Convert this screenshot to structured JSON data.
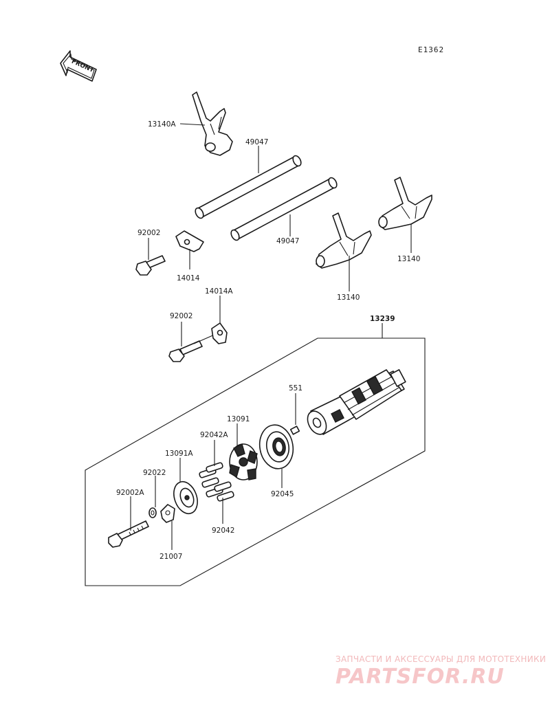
{
  "diagram_code": "E1362",
  "front_arrow_text": "FRONT",
  "labels": {
    "p13140A": "13140A",
    "p49047_top": "49047",
    "p49047_bottom": "49047",
    "p13140_right": "13140",
    "p13140_mid": "13140",
    "p92002_top": "92002",
    "p14014": "14014",
    "p14014A": "14014A",
    "p92002_mid": "92002",
    "p13239": "13239",
    "p551": "551",
    "p13091": "13091",
    "p92042A": "92042A",
    "p13091A": "13091A",
    "p92022": "92022",
    "p92002A": "92002A",
    "p92045": "92045",
    "p92042": "92042",
    "p21007": "21007"
  },
  "watermark": {
    "line1": "ЗАПЧАСТИ И АКСЕССУАРЫ ДЛЯ МОТОТЕХНИКИ",
    "line2": "PARTSFOR.RU"
  }
}
